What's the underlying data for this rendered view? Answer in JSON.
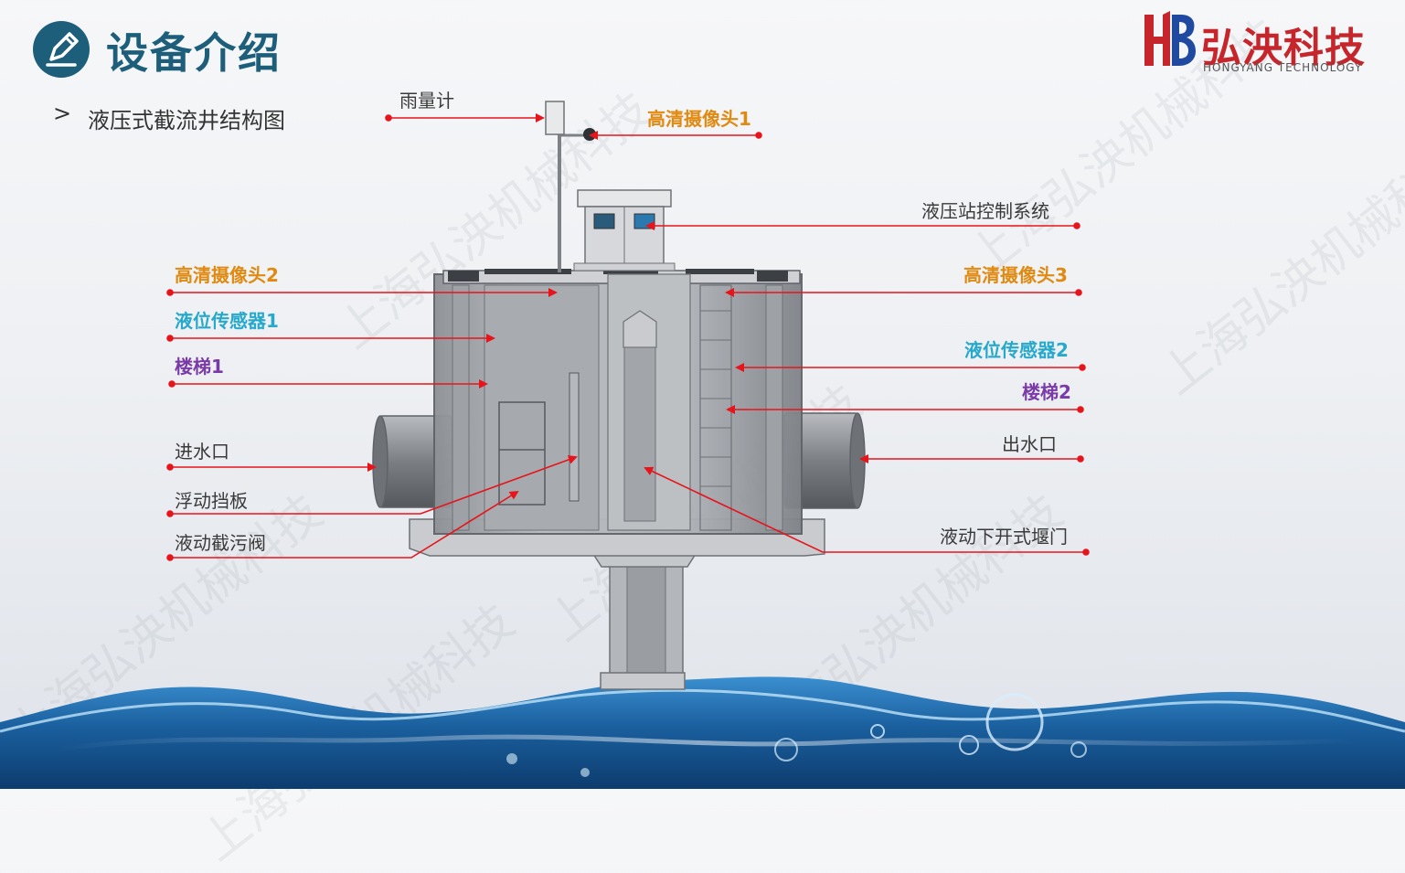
{
  "header": {
    "title": "设备介绍",
    "subtitle": "液压式截流井结构图"
  },
  "logo": {
    "cn": "弘泱科技",
    "en": "HONGYANG TECHNOLOGY",
    "colors": {
      "red": "#c6262b",
      "blue": "#1f4aa0"
    }
  },
  "watermark": "上海弘泱机械科技",
  "labels": {
    "rain_gauge": "雨量计",
    "camera1": "高清摄像头1",
    "hydraulic_control": "液压站控制系统",
    "camera2": "高清摄像头2",
    "camera3": "高清摄像头3",
    "level_sensor1": "液位传感器1",
    "level_sensor2": "液位传感器2",
    "stairs1": "楼梯1",
    "stairs2": "楼梯2",
    "inlet": "进水口",
    "outlet": "出水口",
    "float_baffle": "浮动挡板",
    "sewage_valve": "液动截污阀",
    "weir_gate": "液动下开式堰门"
  },
  "colors": {
    "title": "#1d5f7a",
    "arrow": "#e8141b",
    "orange": "#e08a12",
    "cyan": "#27a9cc",
    "purple": "#7a3aa8",
    "water": "#1f6fb0"
  }
}
